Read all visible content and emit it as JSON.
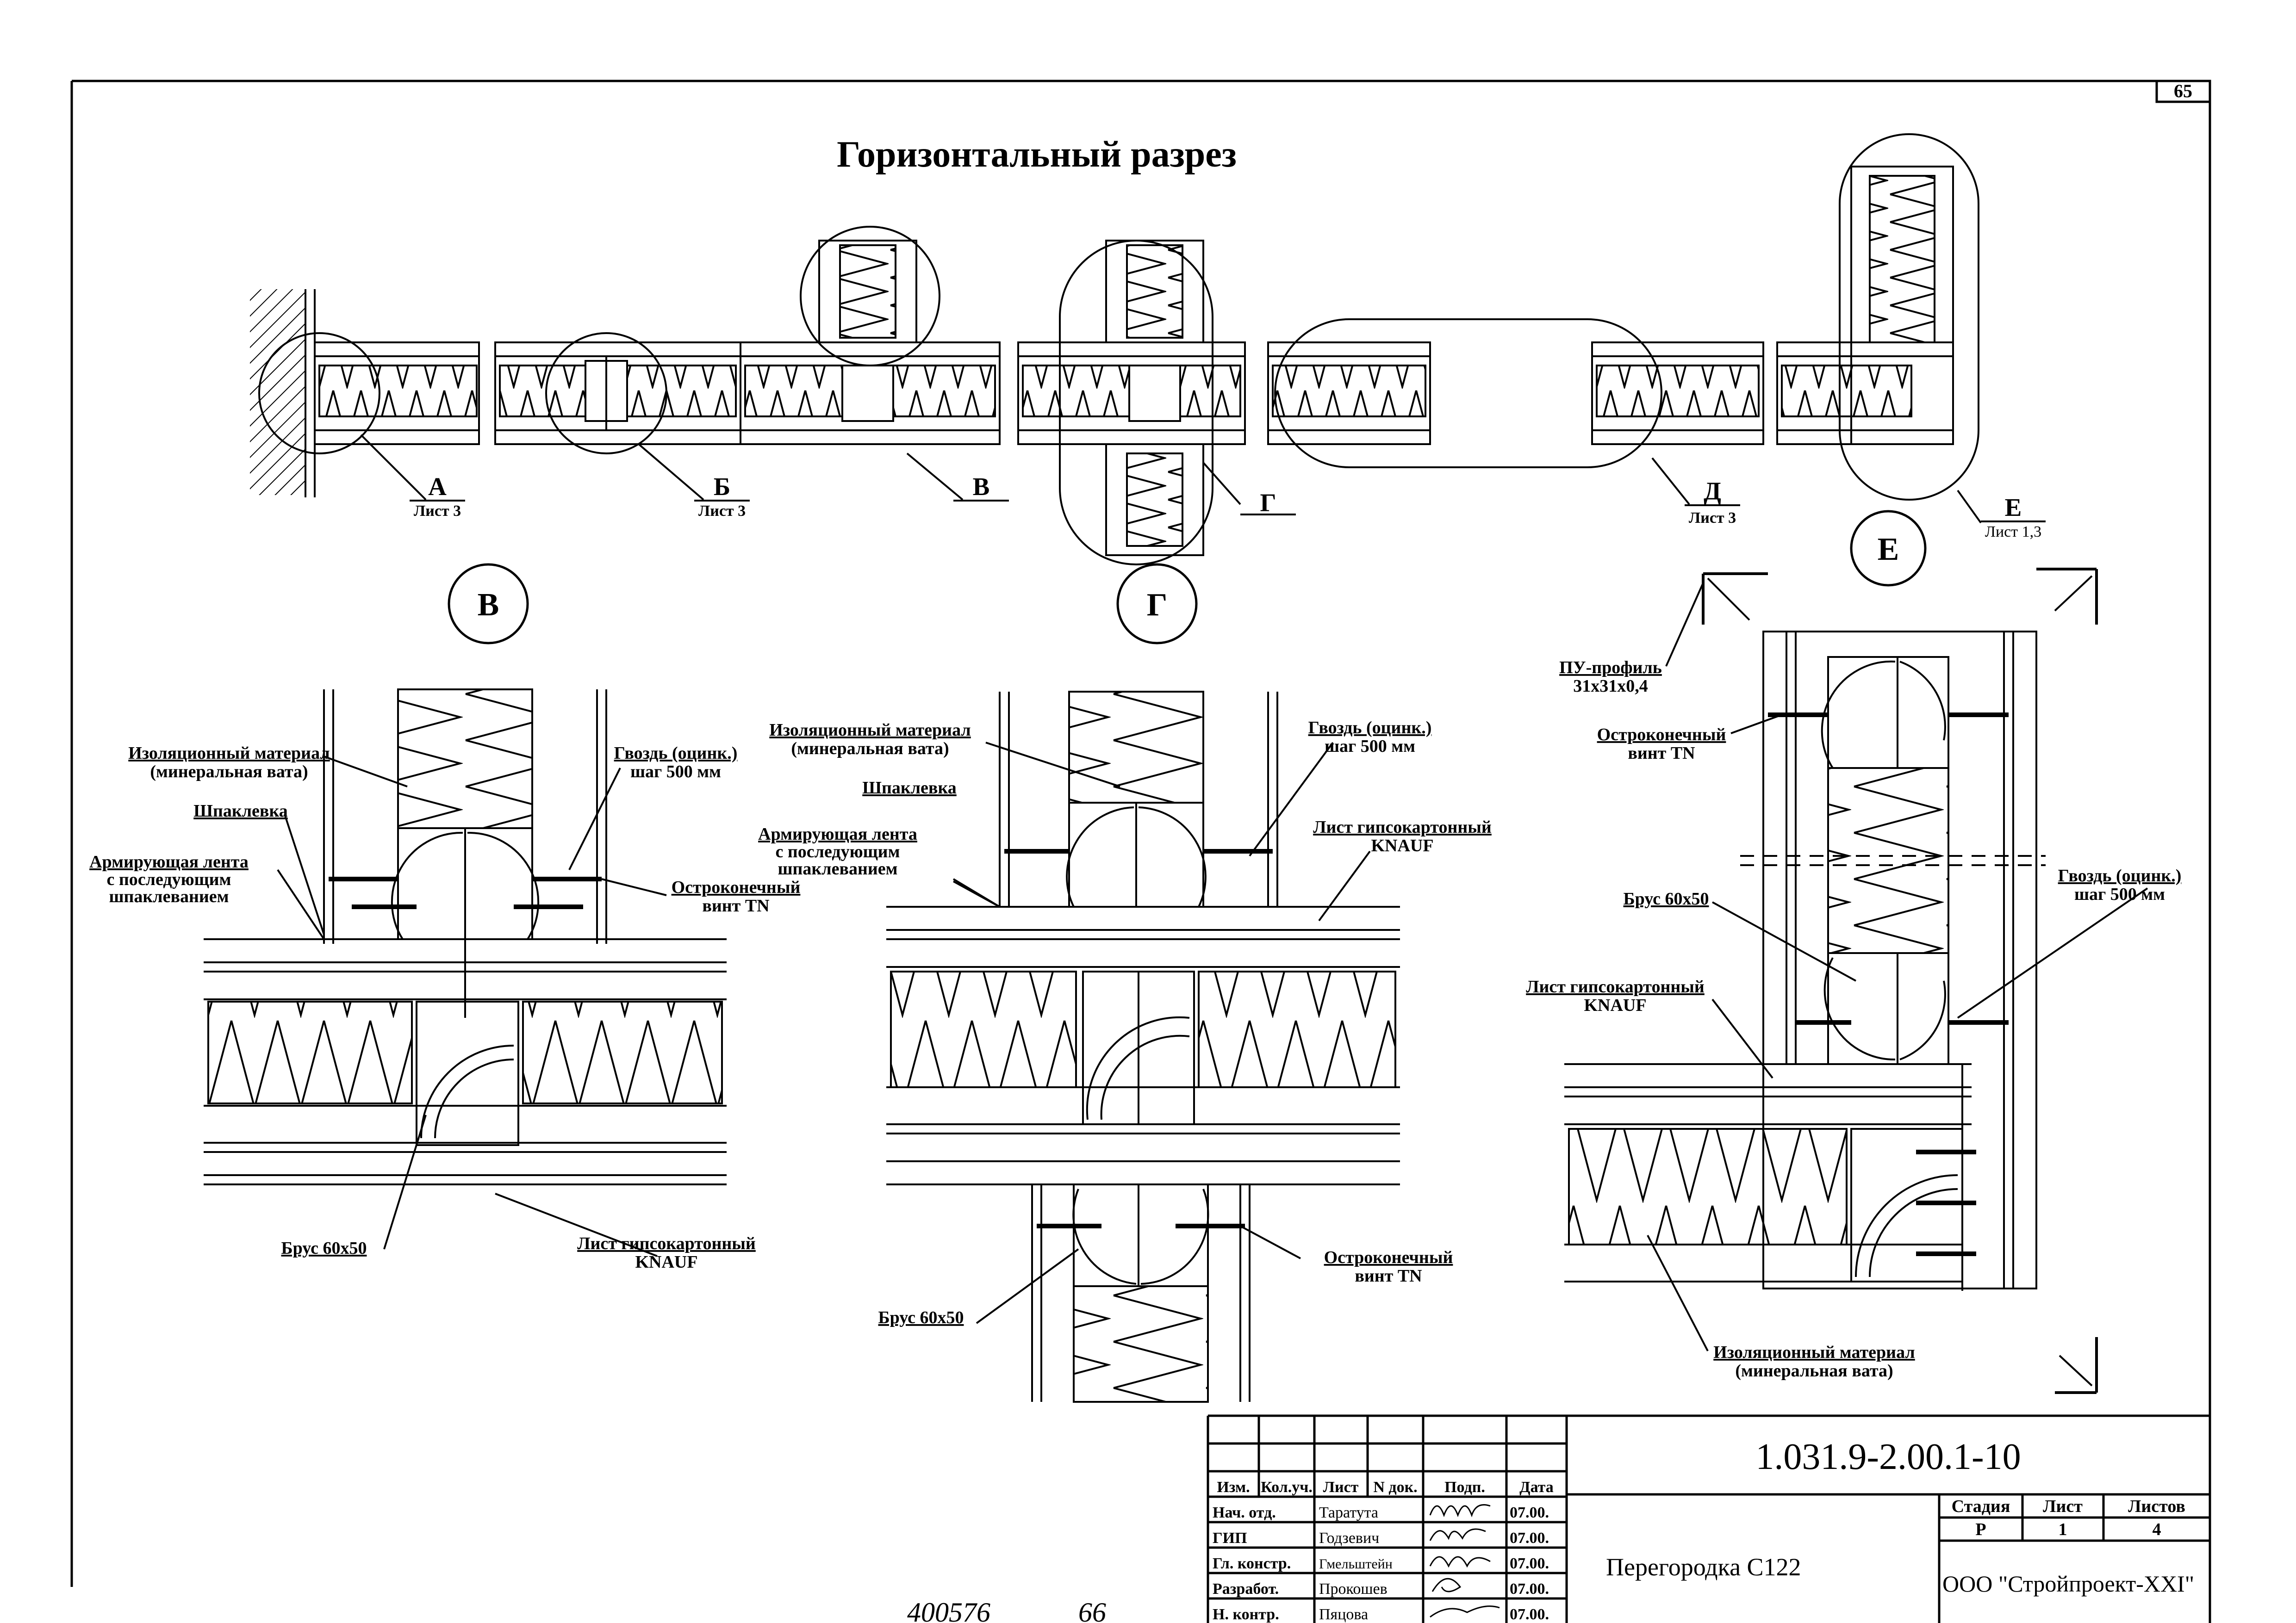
{
  "sheet": {
    "page_number": "65"
  },
  "title": "Горизонтальный разрез",
  "plan_marks": [
    {
      "letter": "А",
      "sheet": "Лист 3"
    },
    {
      "letter": "Б",
      "sheet": "Лист 3"
    },
    {
      "letter": "В",
      "sheet": ""
    },
    {
      "letter": "Г",
      "sheet": ""
    },
    {
      "letter": "Д",
      "sheet": "Лист 3"
    },
    {
      "letter": "Е",
      "sheet": "Лист 1,3"
    }
  ],
  "detail_v": {
    "circle_label": "В",
    "insulation": [
      "Изоляционный материал",
      "(минеральная вата)"
    ],
    "putty": "Шпаклевка",
    "tape": [
      "Армирующая лента",
      "с последующим",
      "шпаклеванием"
    ],
    "nail": [
      "Гвоздь (оцинк.)",
      "шаг 500 мм"
    ],
    "screw": [
      "Остроконечный",
      "винт TN"
    ],
    "beam": "Брус 60х50",
    "board": [
      "Лист гипсокартонный",
      "KNAUF"
    ]
  },
  "detail_g": {
    "circle_label": "Г",
    "insulation": [
      "Изоляционный материал",
      "(минеральная вата)"
    ],
    "putty": "Шпаклевка",
    "tape": [
      "Армирующая лента",
      "с последующим",
      "шпаклеванием"
    ],
    "nail": [
      "Гвоздь (оцинк.)",
      "шаг 500 мм"
    ],
    "board": [
      "Лист гипсокартонный",
      "KNAUF"
    ],
    "screw": [
      "Остроконечный",
      "винт TN"
    ],
    "beam": "Брус 60х50"
  },
  "detail_e": {
    "circle_label": "Е",
    "profile": [
      "ПУ-профиль",
      "31х31х0,4"
    ],
    "screw": [
      "Остроконечный",
      "винт TN"
    ],
    "nail": [
      "Гвоздь (оцинк.)",
      "шаг 500 мм"
    ],
    "beam": "Брус 60х50",
    "board": [
      "Лист гипсокартонный",
      "KNAUF"
    ],
    "insulation": [
      "Изоляционный материал",
      "(минеральная вата)"
    ]
  },
  "title_block": {
    "doc_code": "1.031.9-2.00.1-10",
    "headers": [
      "Изм.",
      "Кол.уч.",
      "Лист",
      "N док.",
      "Подп.",
      "Дата"
    ],
    "rows": [
      {
        "role": "Нач. отд.",
        "name": "Таратута",
        "date": "07.00."
      },
      {
        "role": "ГИП",
        "name": "Годзевич",
        "date": "07.00."
      },
      {
        "role": "Гл. констр.",
        "name": "Гмельштейн",
        "date": "07.00."
      },
      {
        "role": "Разработ.",
        "name": "Прокошев",
        "date": "07.00."
      },
      {
        "role": "Н. контр.",
        "name": "Пяцова",
        "date": "07.00."
      }
    ],
    "product": "Перегородка С122",
    "stage_header": "Стадия",
    "sheet_header": "Лист",
    "sheets_header": "Листов",
    "stage": "Р",
    "sheet": "1",
    "sheets": "4",
    "company": "ООО \"Стройпроект-XXI\""
  },
  "handwritten": {
    "archive_no": "400576",
    "page_note": "66"
  }
}
